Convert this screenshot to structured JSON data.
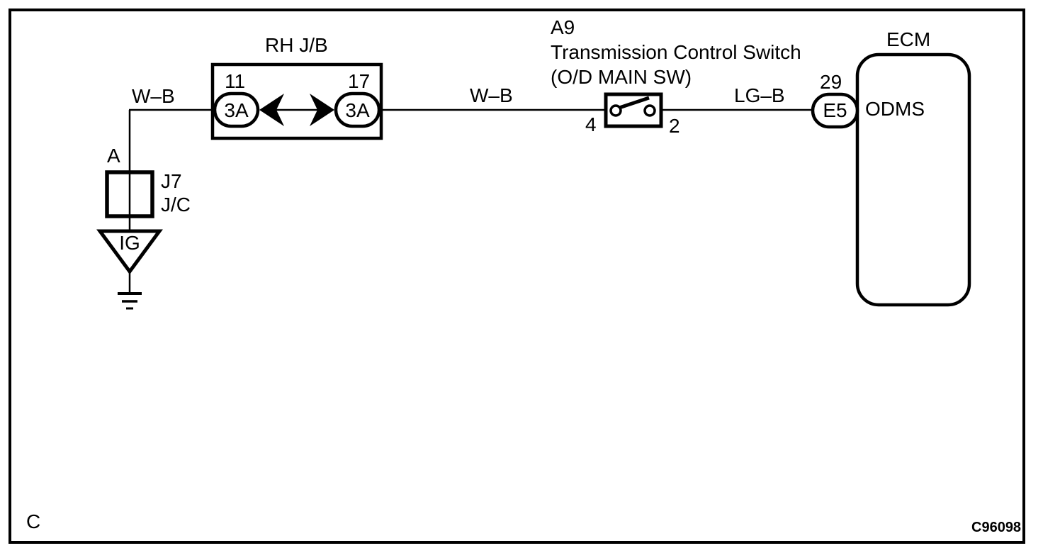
{
  "colors": {
    "line": "#000000",
    "background": "#ffffff"
  },
  "wires": {
    "segment1_label": "W–B",
    "segment2_label": "W–B",
    "segment3_label": "LG–B"
  },
  "junction_block": {
    "title": "RH J/B",
    "left_pin": "11",
    "left_connector": "3A",
    "right_pin": "17",
    "right_connector": "3A"
  },
  "control_switch": {
    "id": "A9",
    "name": "Transmission Control Switch",
    "alias": "(O/D MAIN SW)",
    "left_pin": "4",
    "right_pin": "2"
  },
  "ecm": {
    "title": "ECM",
    "pin": "29",
    "connector": "E5",
    "terminal": "ODMS"
  },
  "ground_path": {
    "pin": "A",
    "junction_id": "J7",
    "junction_type": "J/C",
    "ground_label": "IG"
  },
  "footer": {
    "page_letter": "C",
    "figure_code": "C96098"
  }
}
